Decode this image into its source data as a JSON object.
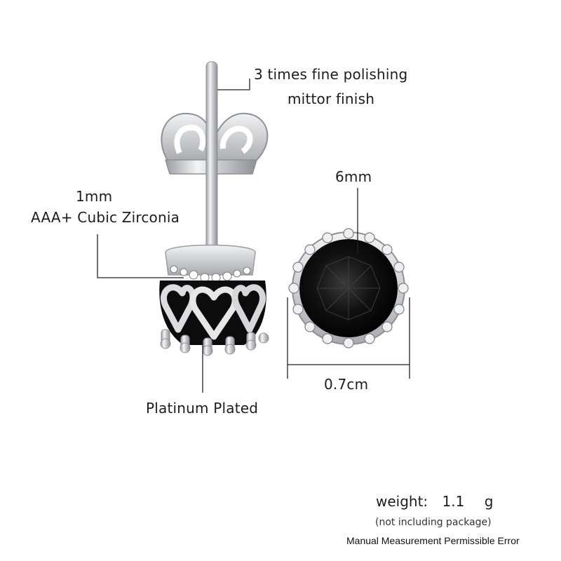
{
  "annotations": {
    "polishing_line1": "3 times fine polishing",
    "polishing_line2": "mittor finish",
    "stone_size": "1mm",
    "stone_type": "AAA+ Cubic Zirconia",
    "diameter_mm": "6mm",
    "diameter_cm": "0.7cm",
    "plating": "Platinum Plated"
  },
  "weight": {
    "label": "weight:",
    "value": "1.1",
    "unit": "g",
    "note": "(not including package)",
    "error_note": "Manual Measurement Permissible Error"
  },
  "colors": {
    "metal": "#d9dadc",
    "stone": "#0d0d0d",
    "leader_line": "#222222"
  }
}
